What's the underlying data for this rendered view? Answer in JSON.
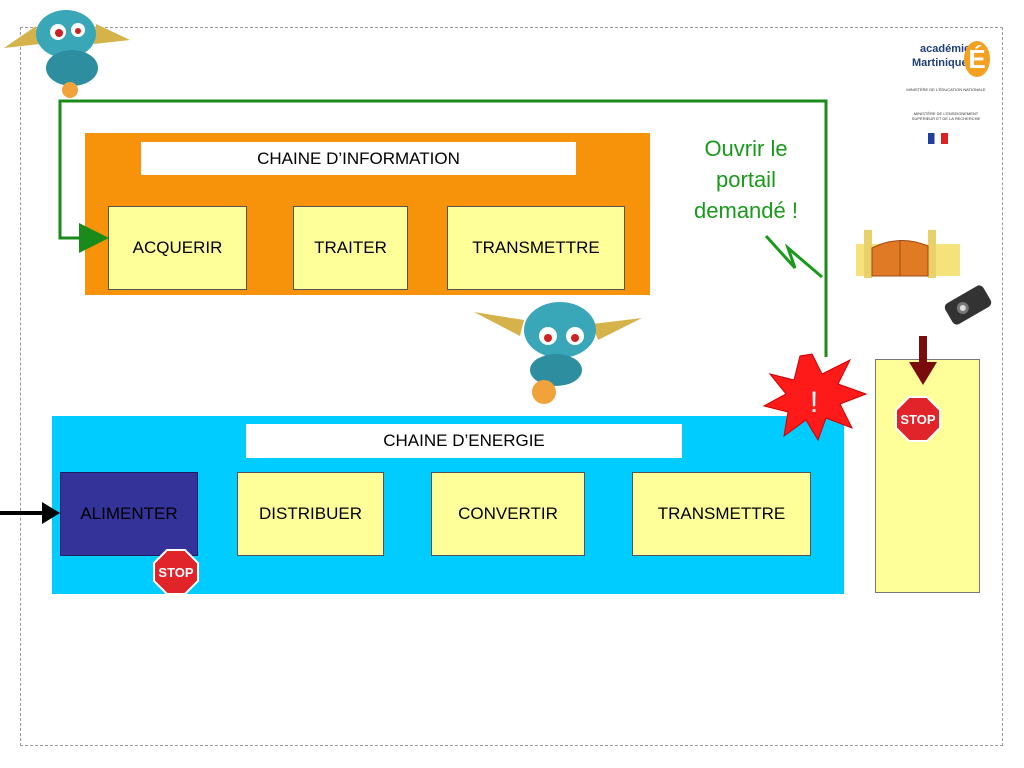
{
  "information_chain": {
    "title": "CHAINE D’INFORMATION",
    "blocks": [
      "ACQUERIR",
      "TRAITER",
      "TRANSMETTRE"
    ]
  },
  "energy_chain": {
    "title": "CHAINE D’ENERGIE",
    "blocks": [
      "ALIMENTER",
      "DISTRIBUER",
      "CONVERTIR",
      "TRANSMETTRE"
    ]
  },
  "callout": {
    "line1": "Ouvrir le",
    "line2": "portail",
    "line3": "demandé !"
  },
  "stop_sign": {
    "label": "STOP"
  },
  "alert": {
    "label": "!"
  },
  "logo": {
    "line1": "académie",
    "line2": "Martinique",
    "letter": "É",
    "ministry1": "MINISTÈRE DE L’ÉDUCATION NATIONALE",
    "ministry2": "MINISTÈRE DE L’ENSEIGNEMENT SUPÉRIEUR ET DE LA RECHERCHE"
  },
  "colors": {
    "info_panel": "#f7930a",
    "energy_panel": "#00ccff",
    "block_fill": "#ffff99",
    "active_block": "#333399",
    "flow_line": "#1a8a1a",
    "stop": "#e0242a",
    "alert_burst": "#ff1a1a",
    "down_arrow": "#7a0c0c"
  },
  "icons": [
    "robot-mascot-icon",
    "gate-icon",
    "remote-control-icon",
    "stop-sign-icon",
    "lightning-icon",
    "alert-burst-icon"
  ]
}
